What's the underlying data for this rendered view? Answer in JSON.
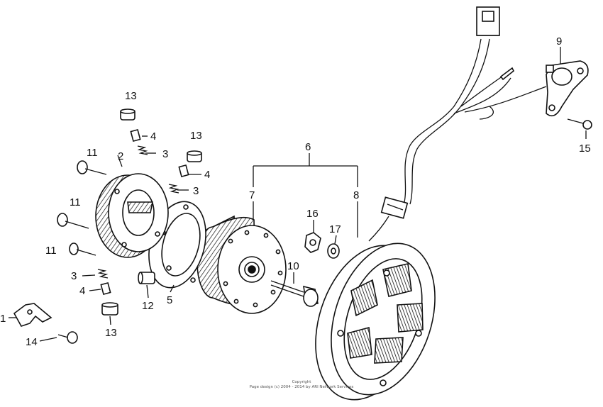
{
  "callouts": {
    "c1": "1",
    "c2": "2",
    "c3a": "3",
    "c3b": "3",
    "c3c": "3",
    "c4a": "4",
    "c4b": "4",
    "c4c": "4",
    "c5": "5",
    "c6": "6",
    "c7": "7",
    "c8": "8",
    "c9": "9",
    "c10": "10",
    "c11a": "11",
    "c11b": "11",
    "c11c": "11",
    "c12": "12",
    "c13a": "13",
    "c13b": "13",
    "c13c": "13",
    "c14": "14",
    "c15": "15",
    "c16": "16",
    "c17": "17"
  },
  "copyright": {
    "line1": "Copyright",
    "line2": "Page design (c) 2004 - 2014 by ARI Network Services"
  }
}
